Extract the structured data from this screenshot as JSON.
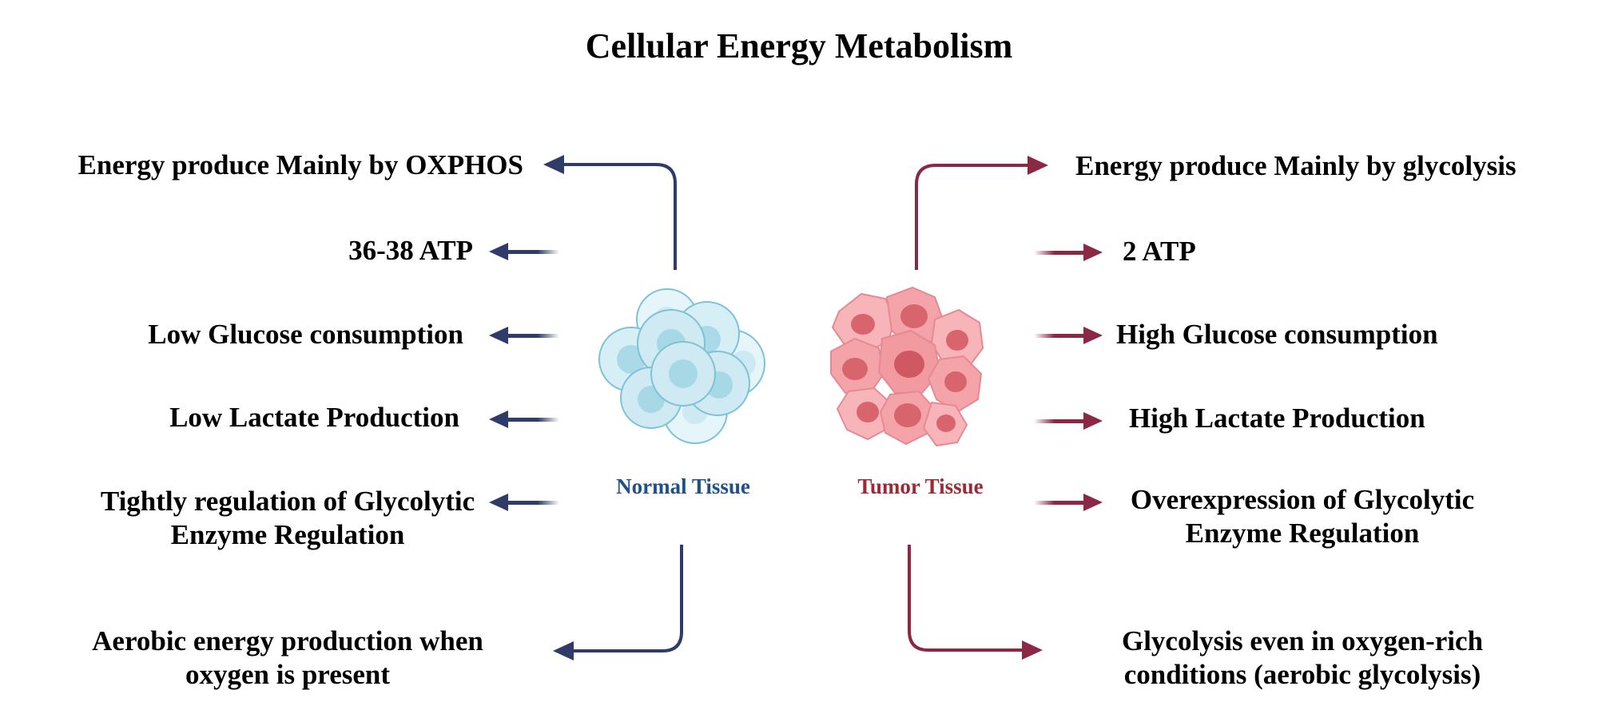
{
  "title": "Cellular Energy Metabolism",
  "colors": {
    "normal_arrow": "#2f3b68",
    "tumor_arrow": "#8b2846",
    "normal_caption": "#1f5087",
    "tumor_caption": "#9b2a34",
    "normal_cell_fill": "#cfeaf3",
    "normal_nucleus": "#a6d8e6",
    "tumor_cell_fill": "#f4a3a8",
    "tumor_nucleus": "#d8656e"
  },
  "normal": {
    "caption": "Normal Tissue",
    "features": [
      "Energy produce Mainly by OXPHOS",
      "36-38 ATP",
      "Low Glucose consumption",
      "Low Lactate Production",
      [
        "Tightly regulation of Glycolytic",
        "Enzyme Regulation"
      ],
      [
        "Aerobic energy production when",
        "oxygen is present"
      ]
    ]
  },
  "tumor": {
    "caption": "Tumor Tissue",
    "features": [
      "Energy produce Mainly by glycolysis",
      "2 ATP",
      "High Glucose consumption",
      "High Lactate Production",
      [
        "Overexpression of Glycolytic",
        "Enzyme Regulation"
      ],
      [
        "Glycolysis even in oxygen-rich",
        "conditions (aerobic glycolysis)"
      ]
    ]
  }
}
